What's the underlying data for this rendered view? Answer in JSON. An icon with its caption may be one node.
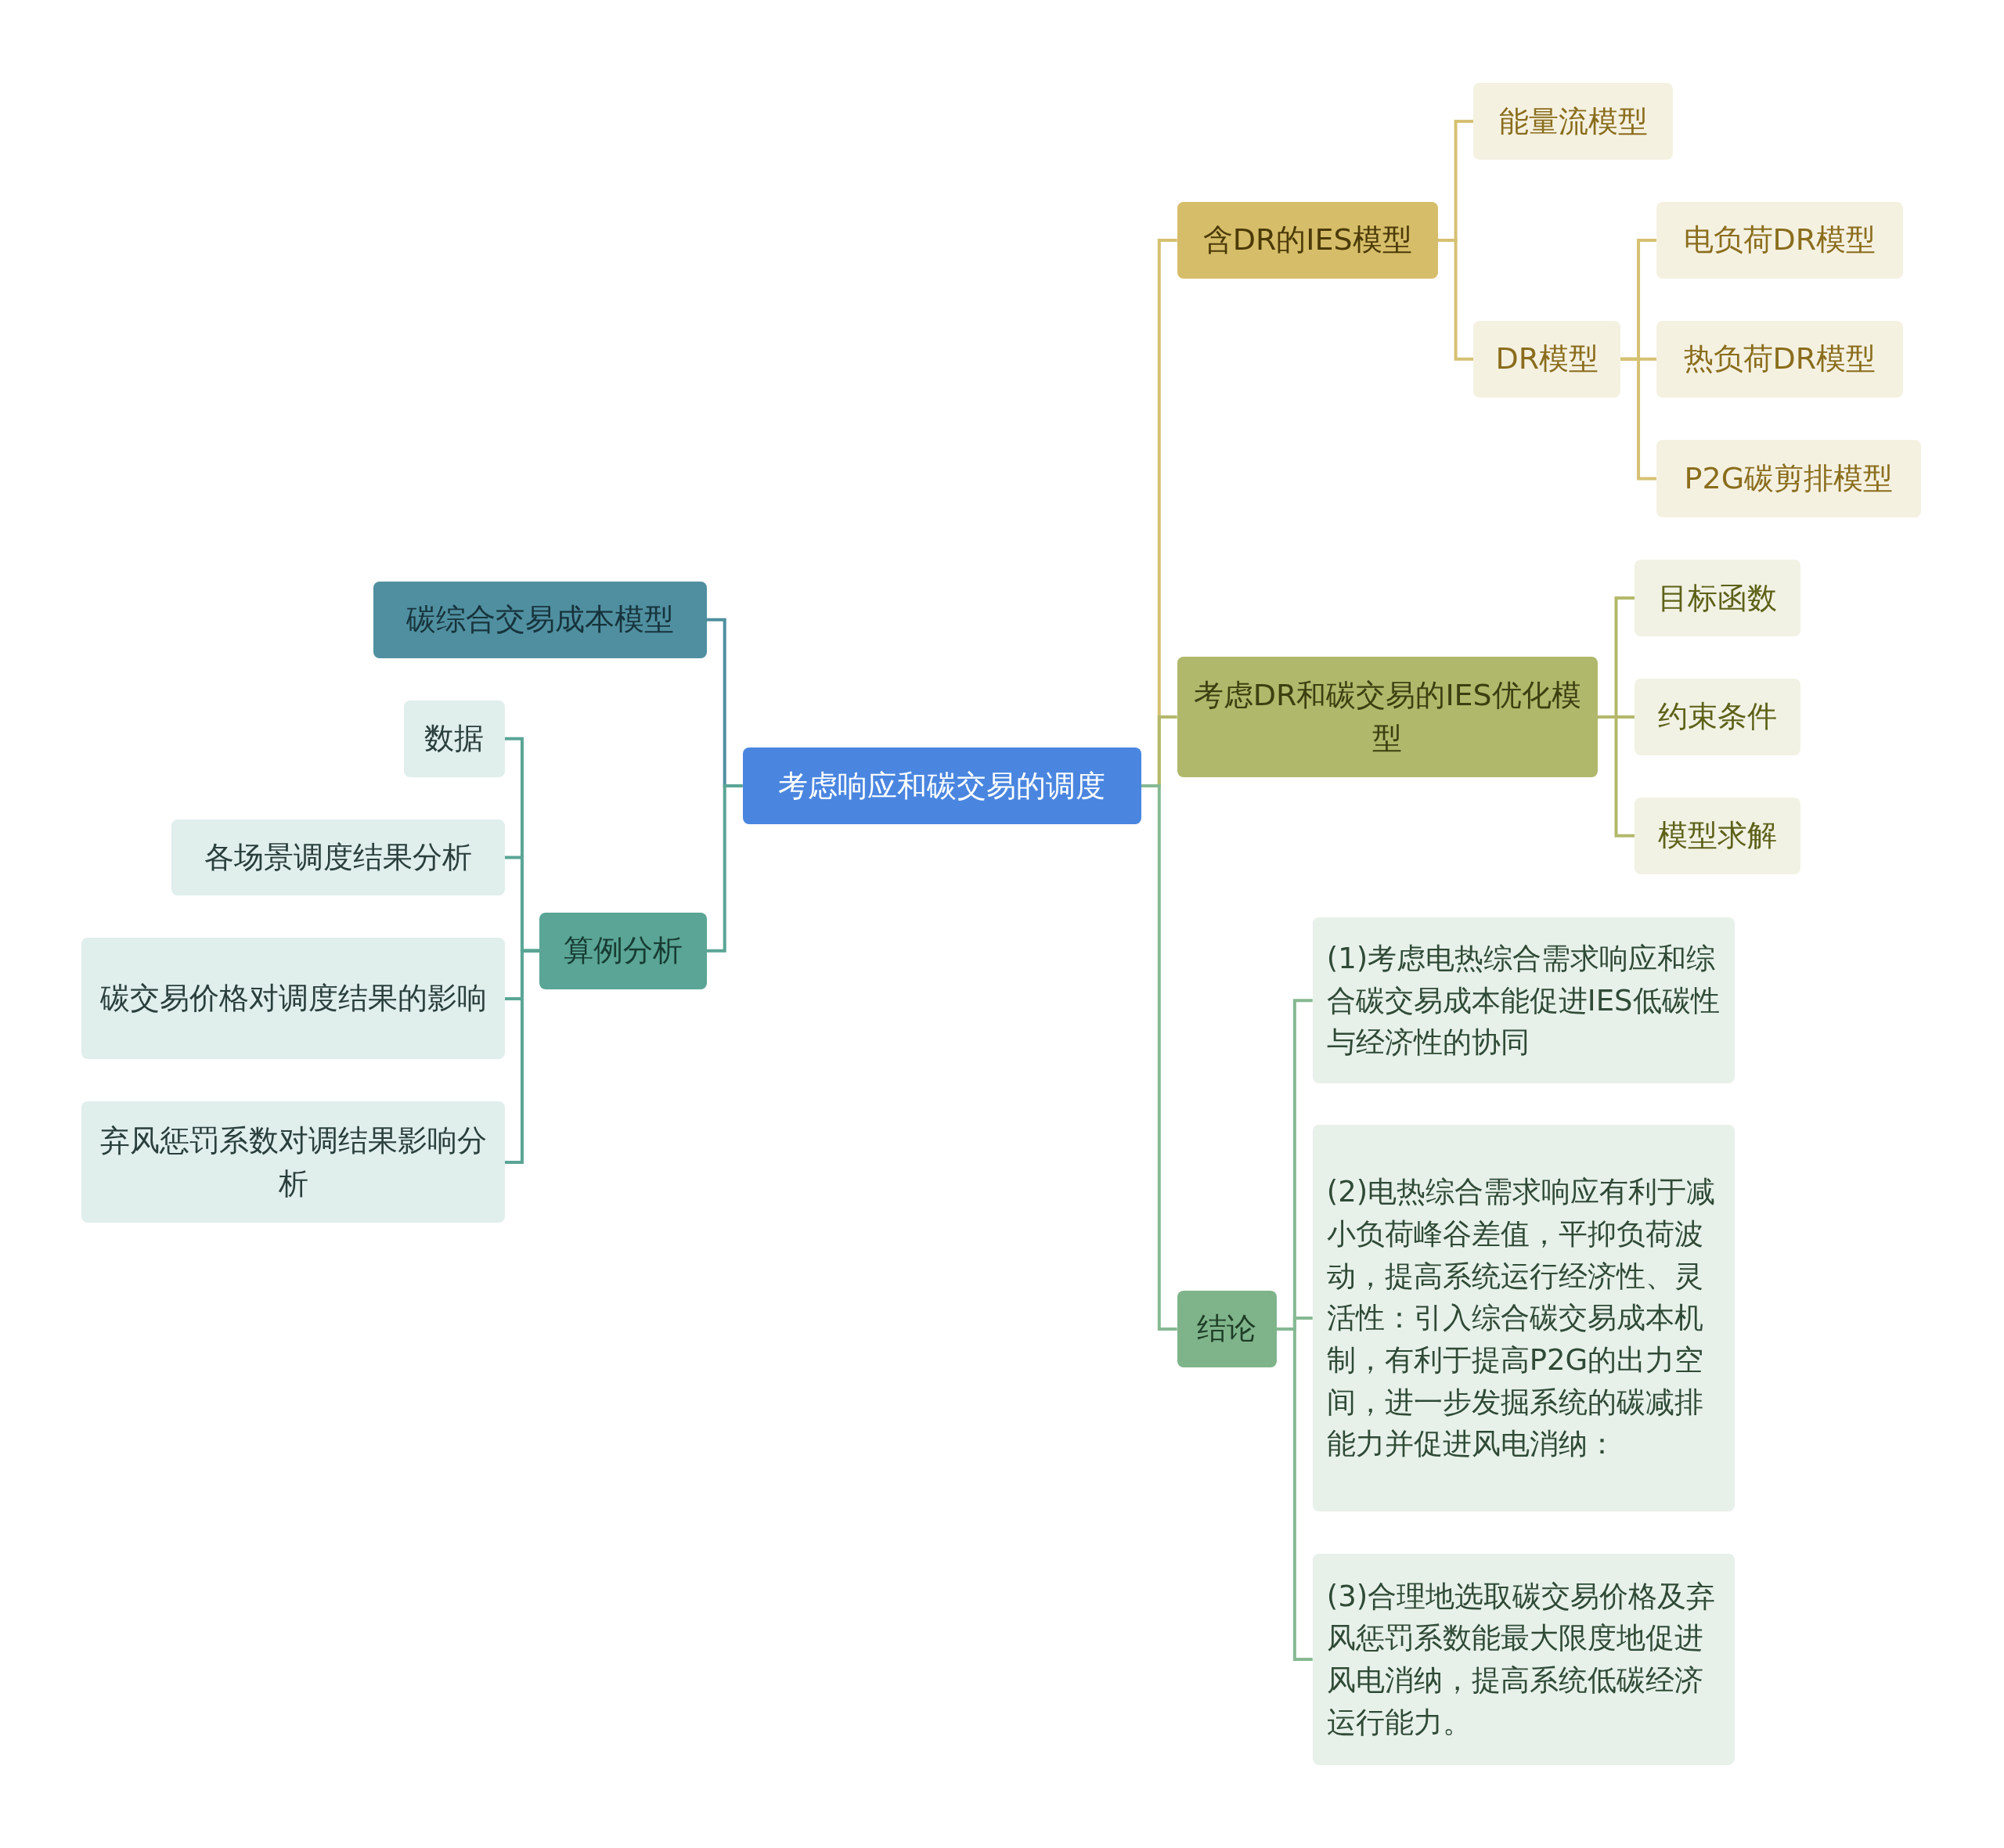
{
  "diagram": {
    "nodes": [
      {
        "text": [
          "考虑响应和碳交易的调度"
        ]
      },
      {
        "text": [
          "含DR的IES模型"
        ]
      },
      {
        "text": [
          "能量流模型"
        ]
      },
      {
        "text": [
          "DR模型"
        ]
      },
      {
        "text": [
          "电负荷DR模型"
        ]
      },
      {
        "text": [
          "热负荷DR模型"
        ]
      },
      {
        "text": [
          "P2G碳剪排模型"
        ]
      },
      {
        "text": [
          "考虑DR和碳交易的IES优化模型"
        ]
      },
      {
        "text": [
          "目标函数"
        ]
      },
      {
        "text": [
          "约束条件"
        ]
      },
      {
        "text": [
          "模型求解"
        ]
      },
      {
        "text": [
          "结论"
        ]
      },
      {
        "text": [
          "(1)考虑电热综合需求响应和综合碳交易成本能促进IES低碳性与经济性的协同"
        ]
      },
      {
        "text": [
          "(2)电热综合需求响应有利于减小负荷峰谷差值，平抑负荷波动，提高系统运行经济性、灵活性：引入综合碳交易成本机制，有利于提高P2G的出力空间，进一步发掘系统的碳减排能力并促进风电消纳："
        ]
      },
      {
        "text": [
          "(3)合理地选取碳交易价格及弃风惩罚系数能最大限度地促进风电消纳，提高系统低碳经济运行能力。"
        ]
      },
      {
        "text": [
          "碳综合交易成本模型"
        ]
      },
      {
        "text": [
          "算例分析"
        ]
      },
      {
        "text": [
          "数据"
        ]
      },
      {
        "text": [
          "各场景调度结果分析"
        ]
      },
      {
        "text": [
          "碳交易价格对调度结果的影响"
        ]
      },
      {
        "text": [
          "弃风惩罚系数对调结果影响分析"
        ]
      }
    ],
    "edges": [
      {
        "from": 0,
        "to": 1,
        "arrow": "none",
        "color": "#d6c173"
      },
      {
        "from": 1,
        "to": 2,
        "arrow": "none",
        "color": "#d6c173"
      },
      {
        "from": 1,
        "to": 3,
        "arrow": "none",
        "color": "#d6c173"
      },
      {
        "from": 3,
        "to": 4,
        "arrow": "none",
        "color": "#d6c173"
      },
      {
        "from": 3,
        "to": 5,
        "arrow": "none",
        "color": "#d6c173"
      },
      {
        "from": 3,
        "to": 6,
        "arrow": "none",
        "color": "#d6c173"
      },
      {
        "from": 0,
        "to": 7,
        "arrow": "none",
        "color": "#b3b96b"
      },
      {
        "from": 7,
        "to": 8,
        "arrow": "none",
        "color": "#b3b96b"
      },
      {
        "from": 7,
        "to": 9,
        "arrow": "none",
        "color": "#b3b96b"
      },
      {
        "from": 7,
        "to": 10,
        "arrow": "none",
        "color": "#b3b96b"
      },
      {
        "from": 0,
        "to": 11,
        "arrow": "none",
        "color": "#86b992"
      },
      {
        "from": 11,
        "to": 12,
        "arrow": "none",
        "color": "#86b992"
      },
      {
        "from": 11,
        "to": 13,
        "arrow": "none",
        "color": "#86b992"
      },
      {
        "from": 11,
        "to": 14,
        "arrow": "none",
        "color": "#86b992"
      },
      {
        "from": 0,
        "to": 15,
        "arrow": "none",
        "color": "#4f8fa0"
      },
      {
        "from": 0,
        "to": 16,
        "arrow": "none",
        "color": "#5aa595"
      },
      {
        "from": 16,
        "to": 17,
        "arrow": "none",
        "color": "#5aa595"
      },
      {
        "from": 16,
        "to": 18,
        "arrow": "none",
        "color": "#5aa595"
      },
      {
        "from": 16,
        "to": 19,
        "arrow": "none",
        "color": "#5aa595"
      },
      {
        "from": 16,
        "to": 20,
        "arrow": "none",
        "color": "#5aa595"
      }
    ]
  }
}
